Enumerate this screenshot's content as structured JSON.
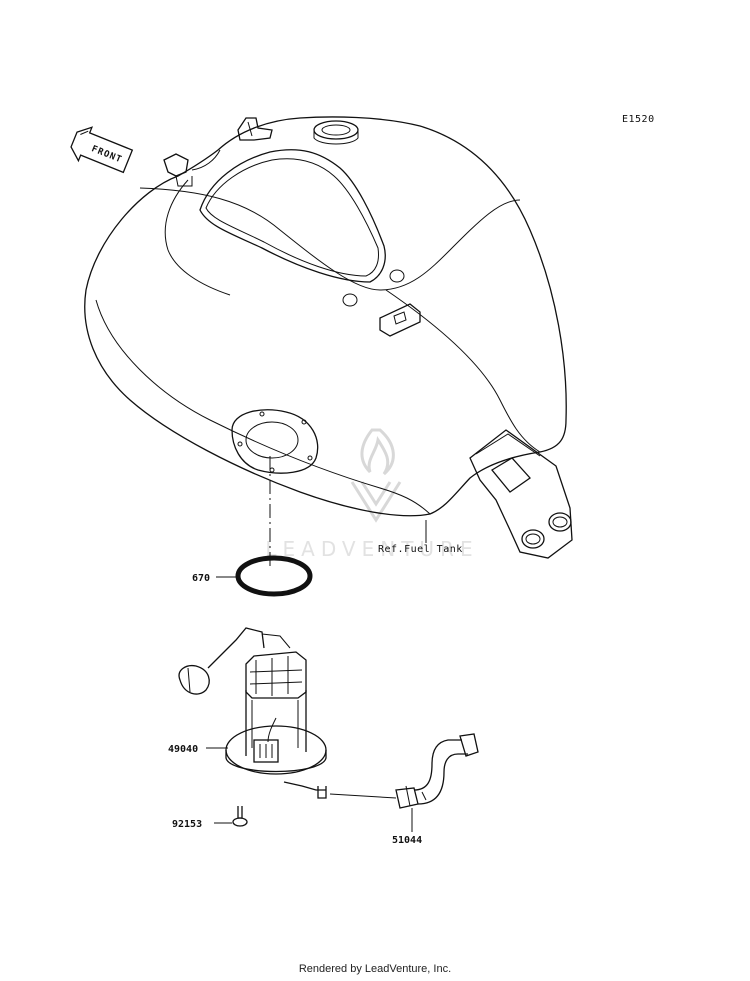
{
  "diagram": {
    "code": "E1520",
    "front_arrow_text": "FRONT",
    "watermark_text": "LEADVENTURE"
  },
  "callouts": [
    {
      "part": "670"
    },
    {
      "part": "49040"
    },
    {
      "part": "92153"
    },
    {
      "part": "51044"
    }
  ],
  "reference_label": "Ref.Fuel Tank",
  "footer": {
    "text": "Rendered by LeadVenture, Inc."
  }
}
